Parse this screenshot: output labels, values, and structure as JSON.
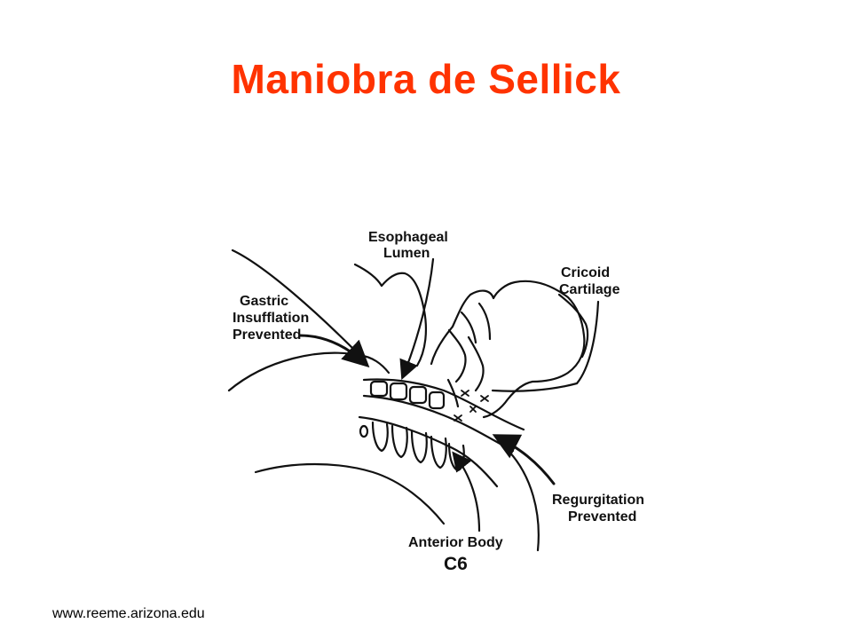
{
  "slide": {
    "title": "Maniobra de Sellick",
    "source_url": "www.reeme.arizona.edu"
  },
  "diagram": {
    "labels": {
      "esophageal_lumen_1": "Esophageal",
      "esophageal_lumen_2": "Lumen",
      "cricoid_cartilage_1": "Cricoid",
      "cricoid_cartilage_2": "Cartilage",
      "gastric_insufflation_1": "Gastric",
      "gastric_insufflation_2": "Insufflation",
      "gastric_insufflation_3": "Prevented",
      "regurgitation_1": "Regurgitation",
      "regurgitation_2": "Prevented",
      "anterior_body_1": "Anterior Body",
      "anterior_body_2": "C6"
    }
  }
}
